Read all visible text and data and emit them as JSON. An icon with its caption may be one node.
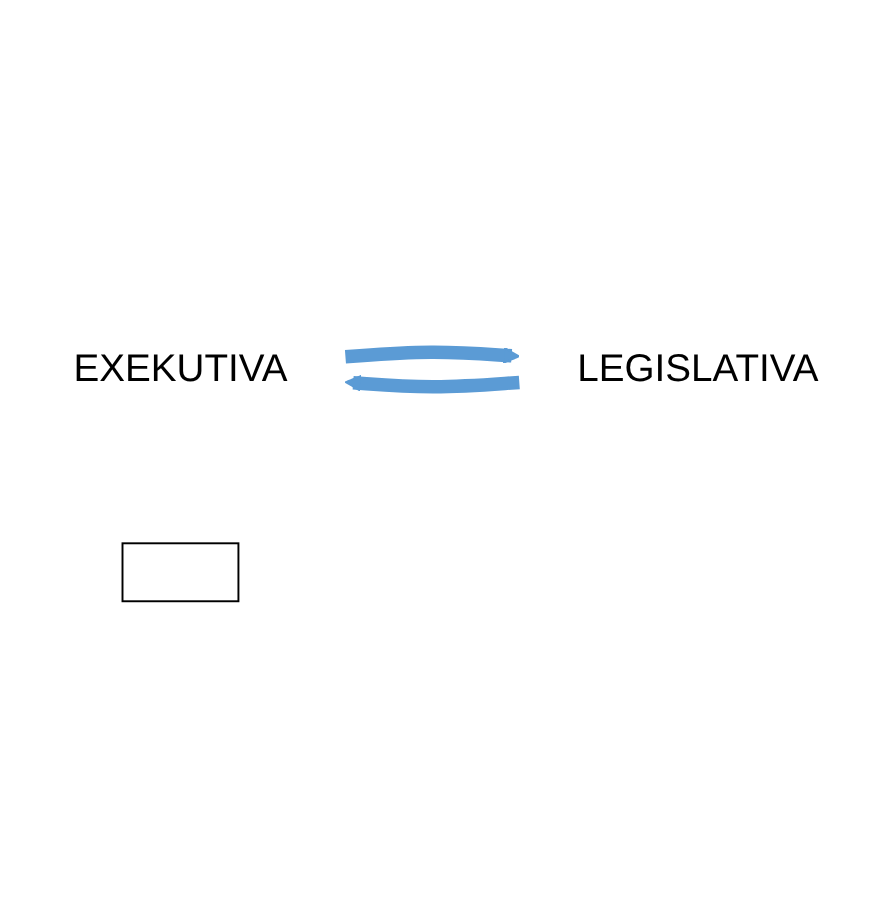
{
  "diagram": {
    "nodes": [
      {
        "text": [
          "EXEKUTIVA"
        ]
      },
      {
        "text": [
          "LEGISLATIVA"
        ]
      },
      {
        "text": [],
        "shape": "box"
      }
    ],
    "edges": [
      {
        "from": 0,
        "to": 1,
        "arrow": "to"
      },
      {
        "from": 1,
        "to": 0,
        "arrow": "to"
      }
    ]
  }
}
